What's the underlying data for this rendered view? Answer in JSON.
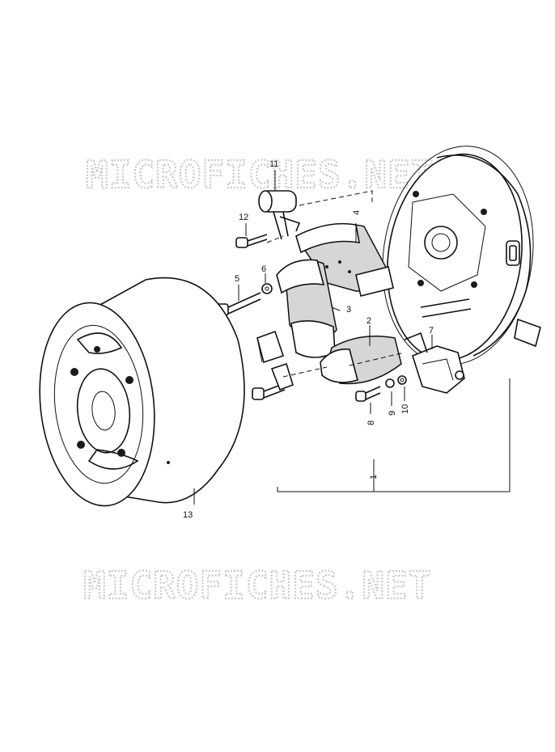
{
  "watermarks": [
    "MICROFICHES.NET",
    "MICROFICHES.NET"
  ],
  "callouts": [
    {
      "id": "1",
      "text": "1"
    },
    {
      "id": "2",
      "text": "2"
    },
    {
      "id": "3",
      "text": "3"
    },
    {
      "id": "4",
      "text": "4"
    },
    {
      "id": "5",
      "text": "5"
    },
    {
      "id": "6",
      "text": "6"
    },
    {
      "id": "7",
      "text": "7"
    },
    {
      "id": "8",
      "text": "8"
    },
    {
      "id": "9",
      "text": "9"
    },
    {
      "id": "10",
      "text": "10"
    },
    {
      "id": "11",
      "text": "11"
    },
    {
      "id": "12",
      "text": "12"
    },
    {
      "id": "13",
      "text": "13"
    }
  ],
  "colors": {
    "ink": "#111111",
    "watermark": "#c9c9c9",
    "background": "#ffffff"
  }
}
